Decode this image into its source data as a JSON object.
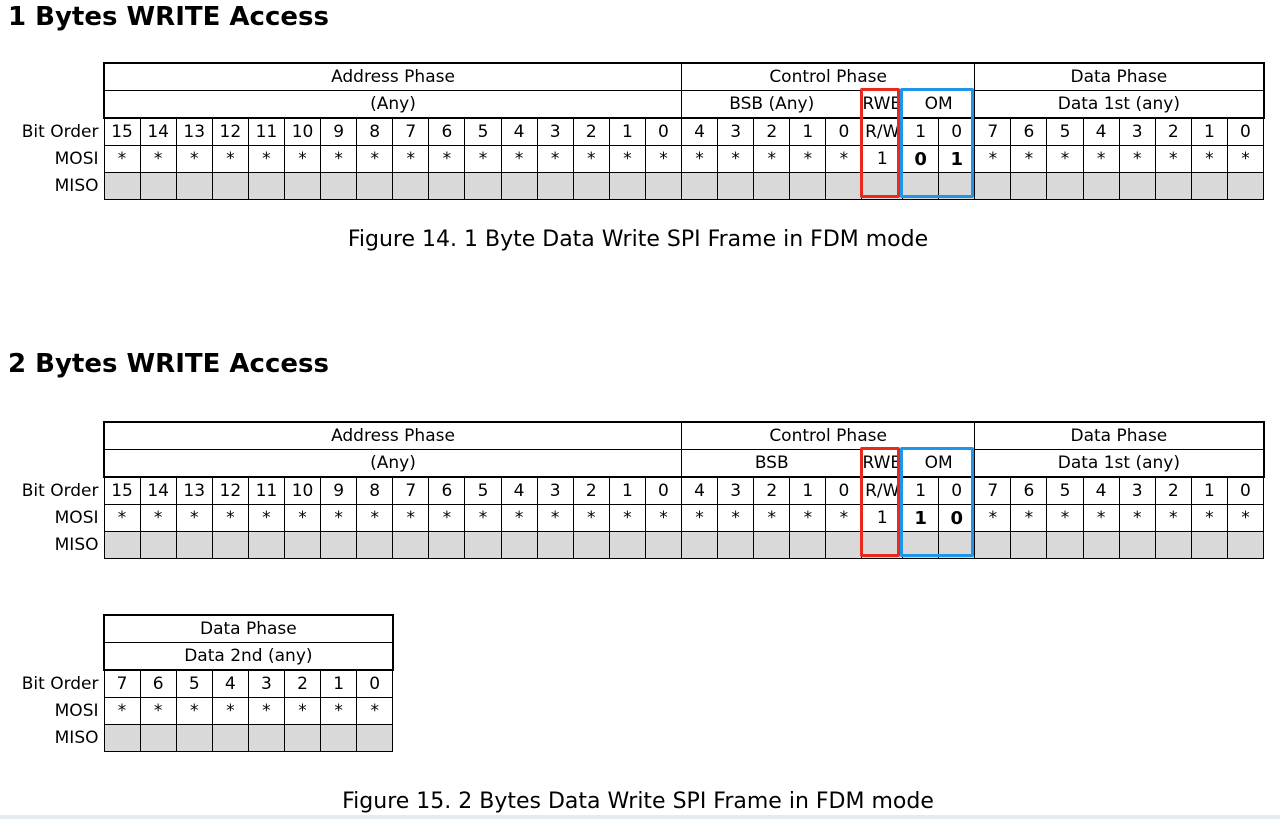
{
  "section1": {
    "heading": "1 Bytes WRITE Access",
    "caption": "Figure 14. 1 Byte Data Write SPI Frame in FDM mode",
    "address_phase": {
      "title": "Address Phase",
      "sub": "(Any)"
    },
    "control_phase": {
      "title": "Control Phase",
      "bsb": "BSB (Any)",
      "rwb": "RWB",
      "om": "OM"
    },
    "data_phase": {
      "title": "Data Phase",
      "sub": "Data 1st (any)"
    },
    "row_labels": {
      "bit_order": "Bit Order",
      "mosi": "MOSI",
      "miso": "MISO"
    },
    "bit_order": [
      "15",
      "14",
      "13",
      "12",
      "11",
      "10",
      "9",
      "8",
      "7",
      "6",
      "5",
      "4",
      "3",
      "2",
      "1",
      "0",
      "4",
      "3",
      "2",
      "1",
      "0",
      "R/W",
      "1",
      "0",
      "7",
      "6",
      "5",
      "4",
      "3",
      "2",
      "1",
      "0"
    ],
    "mosi": [
      "*",
      "*",
      "*",
      "*",
      "*",
      "*",
      "*",
      "*",
      "*",
      "*",
      "*",
      "*",
      "*",
      "*",
      "*",
      "*",
      "*",
      "*",
      "*",
      "*",
      "*",
      "1",
      "0",
      "1",
      "*",
      "*",
      "*",
      "*",
      "*",
      "*",
      "*",
      "*"
    ]
  },
  "section2": {
    "heading": "2 Bytes WRITE Access",
    "caption": "Figure 15. 2 Bytes Data Write SPI Frame in FDM mode",
    "address_phase": {
      "title": "Address Phase",
      "sub": "(Any)"
    },
    "control_phase": {
      "title": "Control Phase",
      "bsb": "BSB",
      "rwb": "RWB",
      "om": "OM"
    },
    "data_phase": {
      "title": "Data Phase",
      "sub": "Data 1st (any)"
    },
    "row_labels": {
      "bit_order": "Bit Order",
      "mosi": "MOSI",
      "miso": "MISO"
    },
    "bit_order": [
      "15",
      "14",
      "13",
      "12",
      "11",
      "10",
      "9",
      "8",
      "7",
      "6",
      "5",
      "4",
      "3",
      "2",
      "1",
      "0",
      "4",
      "3",
      "2",
      "1",
      "0",
      "R/W",
      "1",
      "0",
      "7",
      "6",
      "5",
      "4",
      "3",
      "2",
      "1",
      "0"
    ],
    "mosi": [
      "*",
      "*",
      "*",
      "*",
      "*",
      "*",
      "*",
      "*",
      "*",
      "*",
      "*",
      "*",
      "*",
      "*",
      "*",
      "*",
      "*",
      "*",
      "*",
      "*",
      "*",
      "1",
      "1",
      "0",
      "*",
      "*",
      "*",
      "*",
      "*",
      "*",
      "*",
      "*"
    ],
    "data2": {
      "title": "Data Phase",
      "sub": "Data 2nd (any)",
      "row_labels": {
        "bit_order": "Bit Order",
        "mosi": "MOSI",
        "miso": "MISO"
      },
      "bit_order": [
        "7",
        "6",
        "5",
        "4",
        "3",
        "2",
        "1",
        "0"
      ],
      "mosi": [
        "*",
        "*",
        "*",
        "*",
        "*",
        "*",
        "*",
        "*"
      ]
    }
  },
  "colors": {
    "rwb_highlight": "#e8291c",
    "om_highlight": "#1f95ea",
    "miso_fill": "#d9d9d9"
  }
}
